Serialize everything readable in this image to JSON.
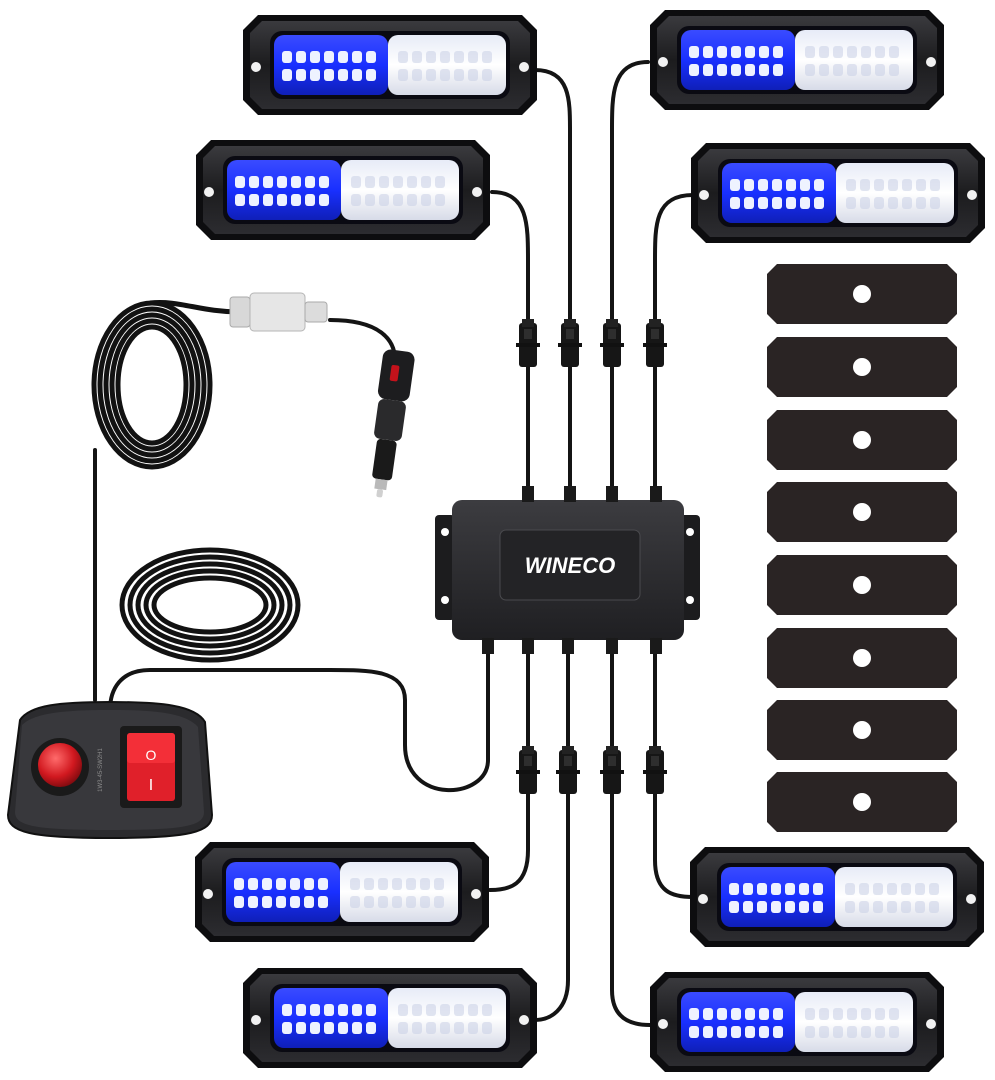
{
  "product": {
    "brand_logo": "WINECO",
    "switch_symbols": {
      "on": "I",
      "off": "O"
    },
    "switch_print": "1W3-45-SW2H1",
    "colors": {
      "led_blue": "#1f3dff",
      "led_white": "#f4f6ff",
      "housing": "#1e1e20",
      "cable": "#141414",
      "rocker_red": "#e0202a",
      "button_red": "#d1181f",
      "plug_white": "#e6e6e6",
      "pad": "#2a2424"
    }
  }
}
